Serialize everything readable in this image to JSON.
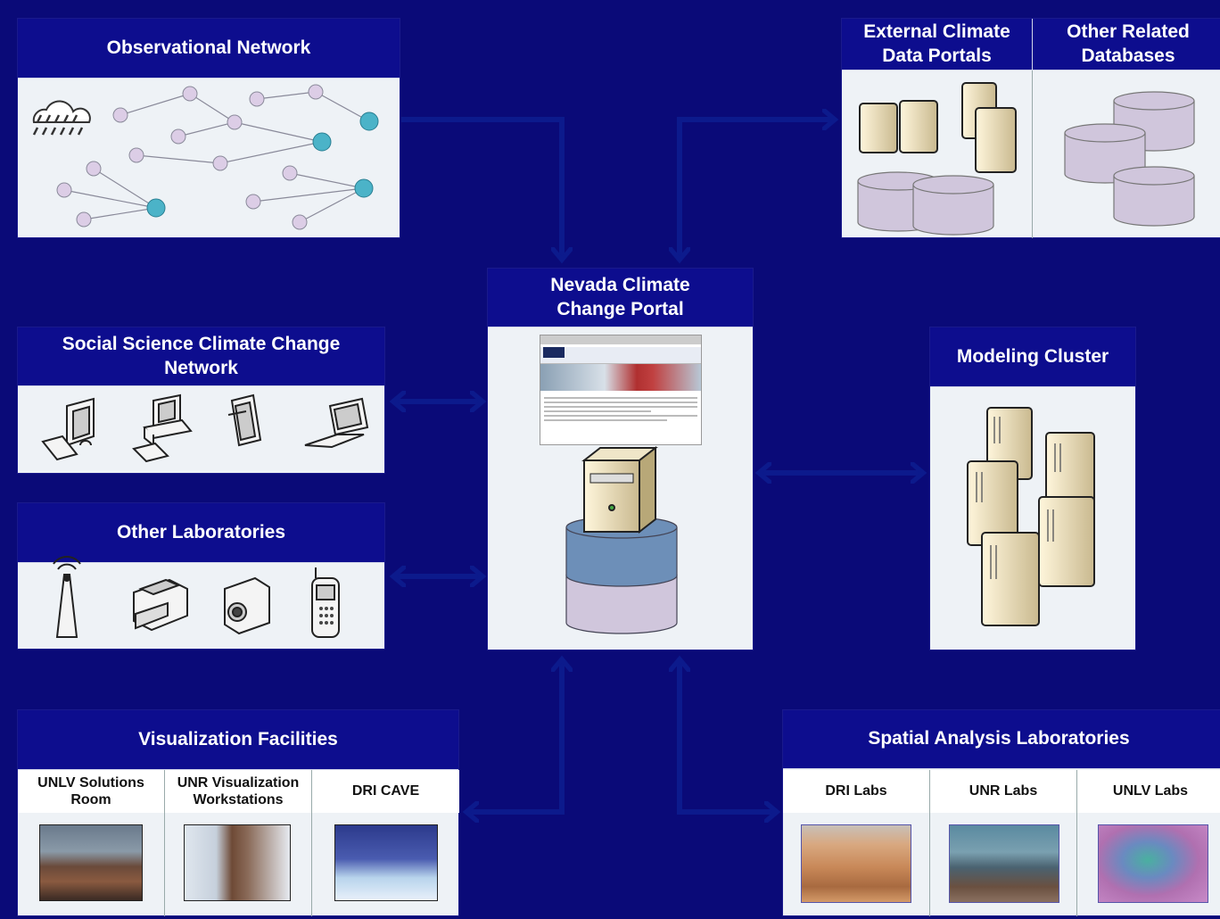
{
  "panels": {
    "observational": {
      "title": "Observational Network"
    },
    "external": {
      "col1": "External Climate Data Portals",
      "col2": "Other Related Databases"
    },
    "portal": {
      "title": "Nevada Climate  Change Portal"
    },
    "social": {
      "title": "Social Science Climate Change Network"
    },
    "labs": {
      "title": "Other Laboratories"
    },
    "modeling": {
      "title": "Modeling Cluster"
    },
    "viz": {
      "title": "Visualization Facilities",
      "cols": [
        "UNLV Solutions Room",
        "UNR Visualization Workstations",
        "DRI CAVE"
      ]
    },
    "spatial": {
      "title": "Spatial Analysis Laboratories",
      "cols": [
        "DRI Labs",
        "UNR Labs",
        "UNLV Labs"
      ]
    }
  },
  "colors": {
    "background": "#0a0a78",
    "header": "#0d0d8e",
    "panel": "#eef2f6",
    "arrow": "#0c1a8c",
    "node": "#d9cce6",
    "hub": "#4bb3c8"
  }
}
